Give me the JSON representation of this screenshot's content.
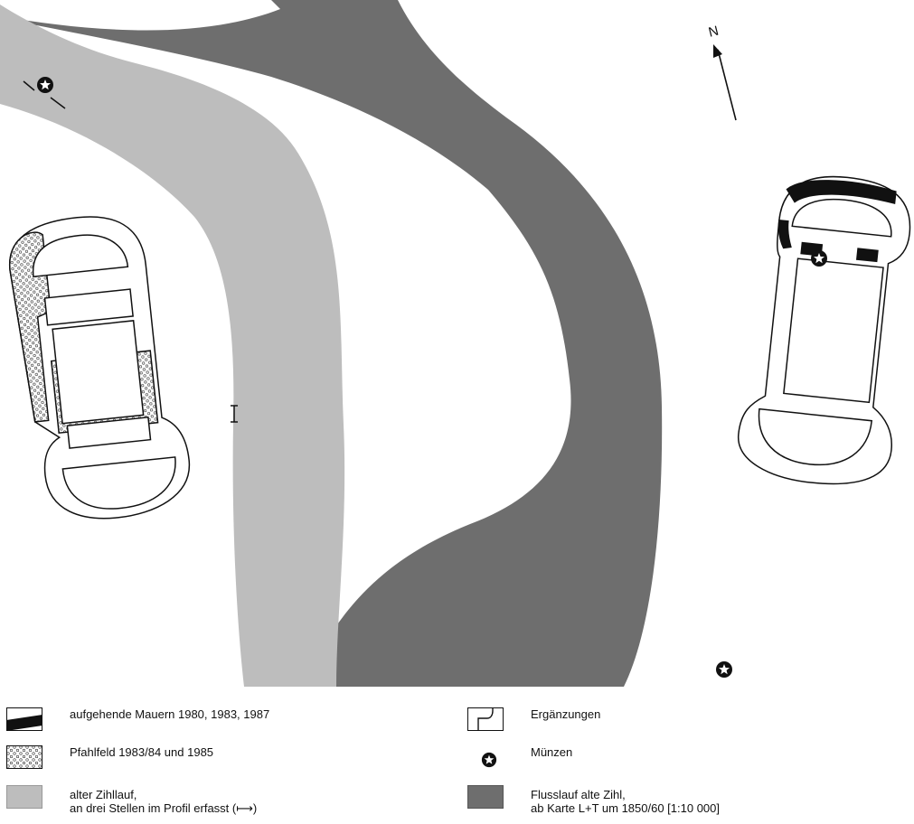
{
  "north_arrow": {
    "label": "N"
  },
  "colors": {
    "old_river": "#bdbdbd",
    "river_1850": "#6e6e6e",
    "walls": "#111111",
    "outline": "#111111",
    "background": "#ffffff"
  },
  "legend": {
    "items": [
      {
        "id": "walls",
        "symbol": "black-wall-swatch",
        "lines": [
          "aufgehende Mauern 1980, 1983, 1987"
        ]
      },
      {
        "id": "piles",
        "symbol": "dotted-swatch",
        "lines": [
          "Pfahlfeld 1983/84 und 1985"
        ]
      },
      {
        "id": "old-river",
        "symbol": "light-grey-swatch",
        "lines": [
          "alter Zihllauf,",
          "an drei Stellen im Profil erfasst (⟼)"
        ]
      },
      {
        "id": "additions",
        "symbol": "outline-swatch",
        "lines": [
          "Ergänzungen"
        ]
      },
      {
        "id": "coins",
        "symbol": "star-circle-icon",
        "lines": [
          "Münzen"
        ]
      },
      {
        "id": "river-1850",
        "symbol": "dark-grey-swatch",
        "lines": [
          "Flusslauf alte Zihl,",
          "ab Karte L+T um 1850/60 [1:10 000]"
        ]
      }
    ]
  }
}
